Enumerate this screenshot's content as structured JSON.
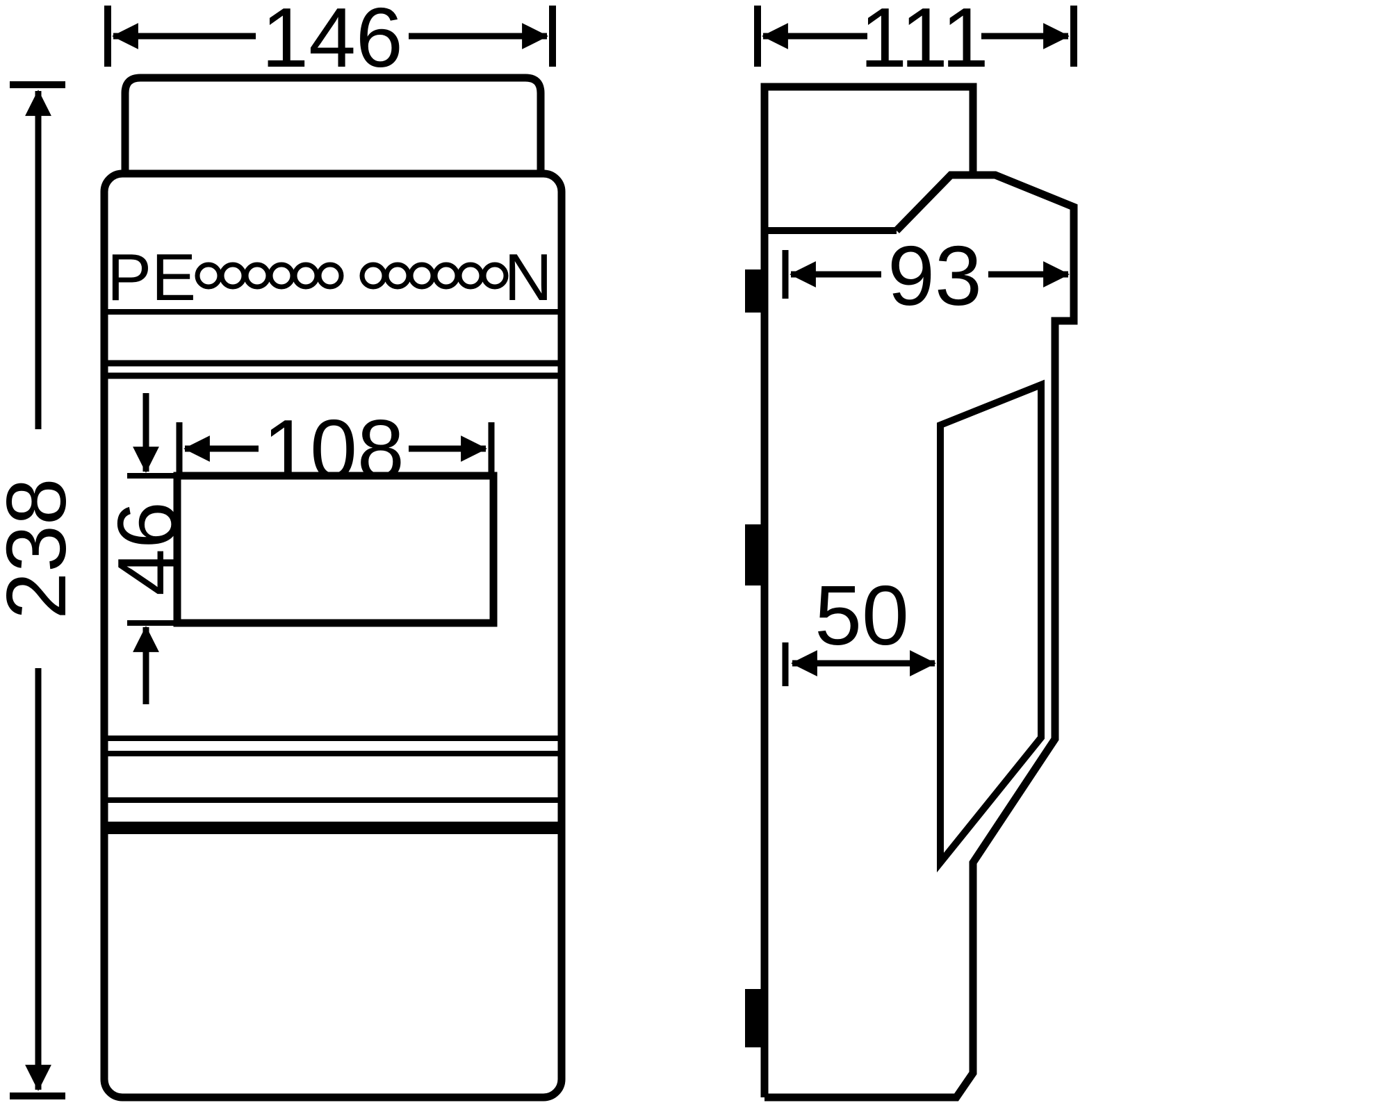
{
  "drawing": {
    "front_view": {
      "width_label": "146",
      "height_label": "238",
      "cutout_width_label": "108",
      "cutout_height_label": "46",
      "pe_label": "PE",
      "neutral_label": "N",
      "terminal_holes_per_group": 6
    },
    "side_view": {
      "depth_label": "111",
      "cover_depth_label": "93",
      "base_depth_label": "50"
    },
    "colors": {
      "line": "#000000",
      "background": "#ffffff"
    }
  }
}
